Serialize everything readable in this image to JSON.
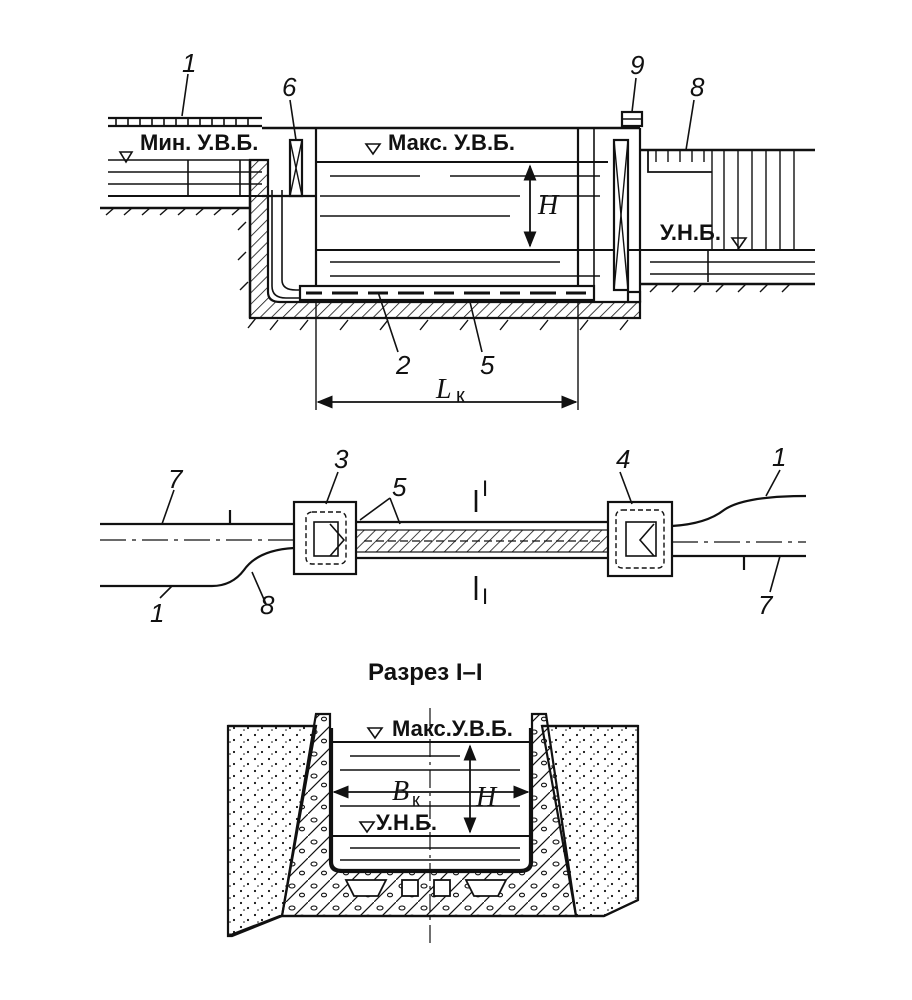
{
  "profile": {
    "label_1": "1",
    "label_6": "6",
    "label_9": "9",
    "label_8": "8",
    "label_2": "2",
    "label_5": "5",
    "min_level": "Мин. У.В.Б.",
    "max_level": "Макс. У.В.Б.",
    "lower_level": "У.Н.Б.",
    "height_H": "H",
    "length_L": "L",
    "length_sub": "к"
  },
  "plan": {
    "label_7_left": "7",
    "label_1_left": "1",
    "label_8": "8",
    "label_3": "3",
    "label_5": "5",
    "label_4": "4",
    "label_1_right": "1",
    "label_7_right": "7",
    "section_mark_top": "I",
    "section_mark_bottom": "I"
  },
  "section": {
    "title": "Разрез I–I",
    "max_level": "Макс.У.В.Б.",
    "lower_level": "У.Н.Б.",
    "width_B": "B",
    "width_sub": "к",
    "height_H": "H"
  },
  "colors": {
    "ink": "#111111",
    "paper": "#ffffff"
  }
}
